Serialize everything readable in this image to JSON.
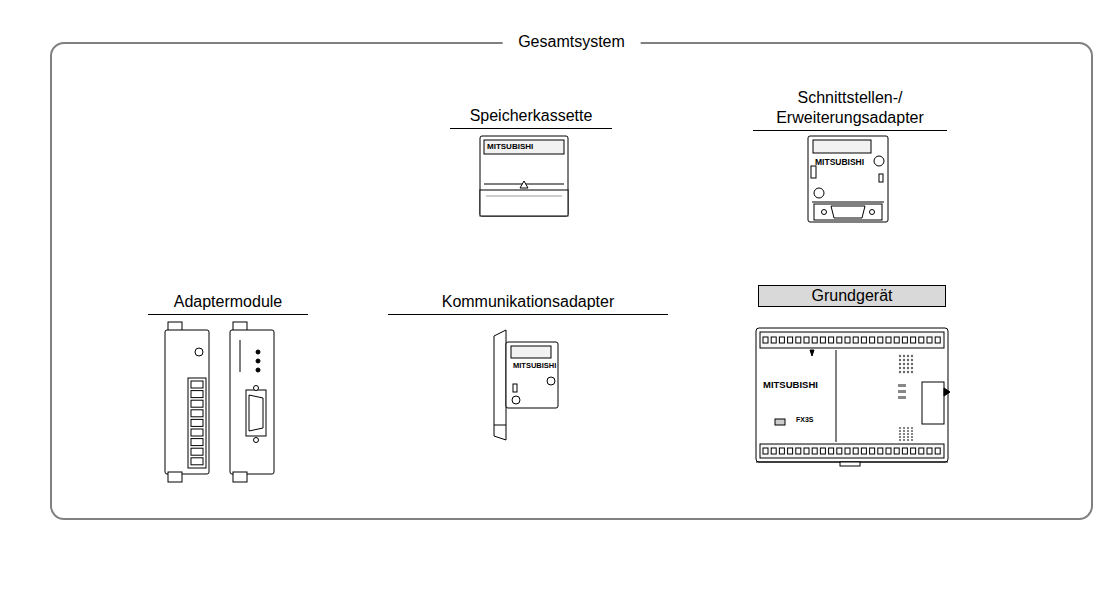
{
  "diagram": {
    "nodes": [
      {
        "text": [
          "Gesamtsystem"
        ]
      },
      {
        "text": [
          "Speicherkassette"
        ],
        "in": 0
      },
      {
        "text": [
          "Schnittstellen-/ Erweiterungsadapter"
        ],
        "in": 0
      },
      {
        "text": [
          "Adaptermodule"
        ],
        "in": 0
      },
      {
        "text": [
          "Kommunikationsadapter"
        ],
        "in": 0
      },
      {
        "text": [
          "Grundgerät"
        ],
        "in": 0
      }
    ],
    "labels": [
      "MITSUBISHI",
      "MITSUBISHI",
      "MITSUBISHI",
      "MITSUBISHI",
      "FX3S"
    ]
  }
}
